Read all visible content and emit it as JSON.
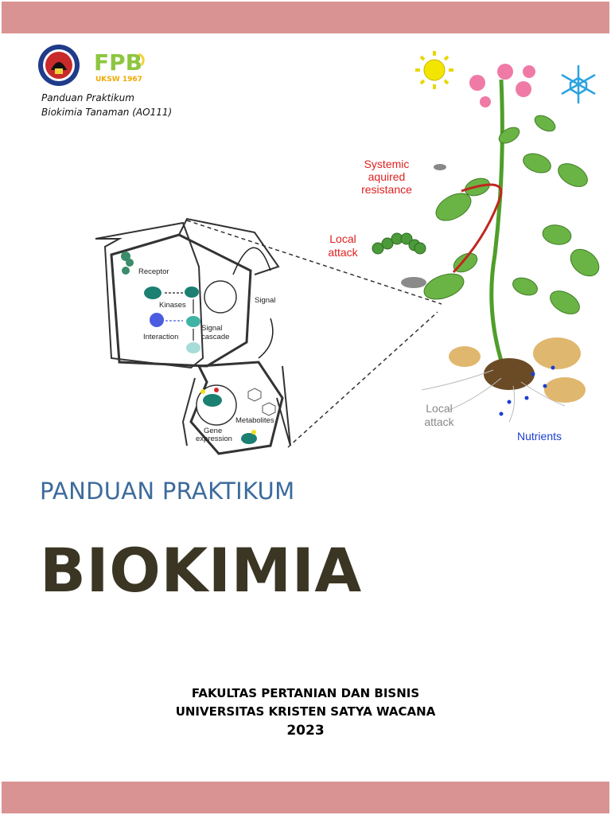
{
  "header": {
    "guide_line1": "Panduan Praktikum",
    "guide_line2": "Biokimia Tanaman (AO111)",
    "fpb_logo_text": "FPB",
    "fpb_logo_sub": "UKSW 1967"
  },
  "illustration": {
    "cell_labels": {
      "receptor": "Receptor",
      "kinases": "Kinases",
      "interaction": "Interaction",
      "signal_cascade_1": "Signal",
      "signal_cascade_2": "cascade",
      "signal": "Signal",
      "metabolites": "Metabolites",
      "gene_expression_1": "Gene",
      "gene_expression_2": "expression"
    },
    "plant_labels": {
      "systemic_1": "Systemic",
      "systemic_2": "aquired",
      "systemic_3": "resistance",
      "local_attack_top_1": "Local",
      "local_attack_top_2": "attack",
      "local_attack_bottom_1": "Local",
      "local_attack_bottom_2": "attack",
      "nutrients": "Nutrients"
    }
  },
  "cover": {
    "subtitle": "PANDUAN PRAKTIKUM",
    "title": "BIOKIMIA",
    "faculty": "FAKULTAS PERTANIAN DAN BISNIS",
    "university": "UNIVERSITAS KRISTEN SATYA WACANA",
    "year": "2023"
  },
  "colors": {
    "band": "#d99393",
    "subtitle": "#3d6b9c",
    "title": "#3b3624",
    "label_red": "#e02020",
    "label_blue": "#1a3fd1"
  }
}
